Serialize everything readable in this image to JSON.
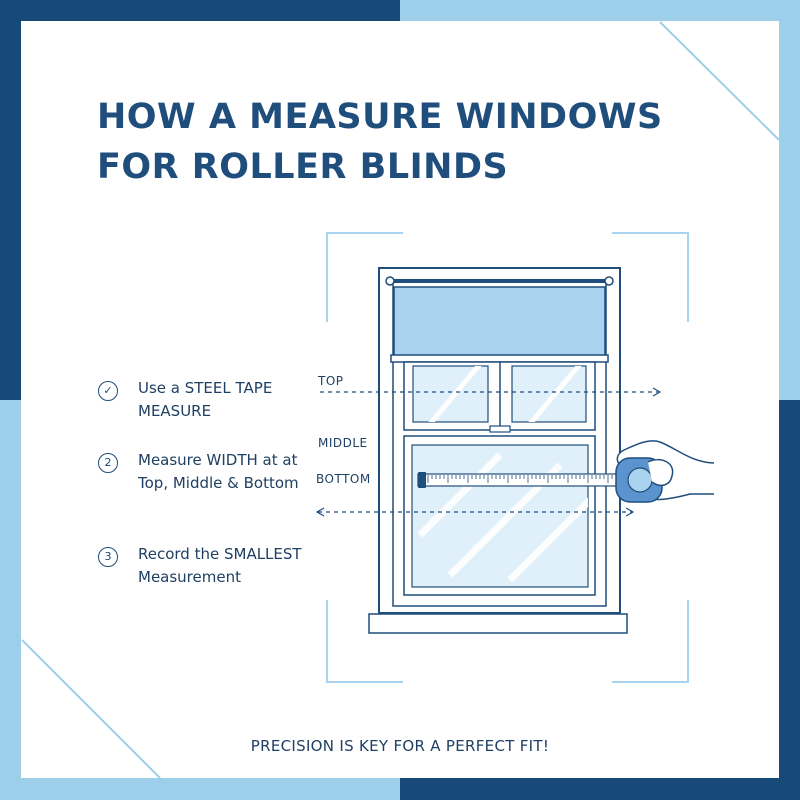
{
  "title": "HOW A MEASURE WINDOWS FOR ROLLER BLINDS",
  "steps": [
    {
      "number": "✓",
      "text": "Use a STEEL TAPE MEASURE"
    },
    {
      "number": "2",
      "text": "Measure WIDTH at at Top, Middle & Bottom"
    },
    {
      "number": "3",
      "text": "Record the SMALLEST Measurement"
    }
  ],
  "labels": {
    "top": "TOP",
    "middle": "MIDDLE",
    "bottom": "BOTTOM"
  },
  "footer": "PRECISION IS KEY FOR A PERFECT FIT!",
  "colors": {
    "navy": "#1f4d7c",
    "dark_blue": "#174a78",
    "light_blue": "#9ecfea",
    "blind": "#a9d3ee",
    "tape": "#5b93cf"
  }
}
